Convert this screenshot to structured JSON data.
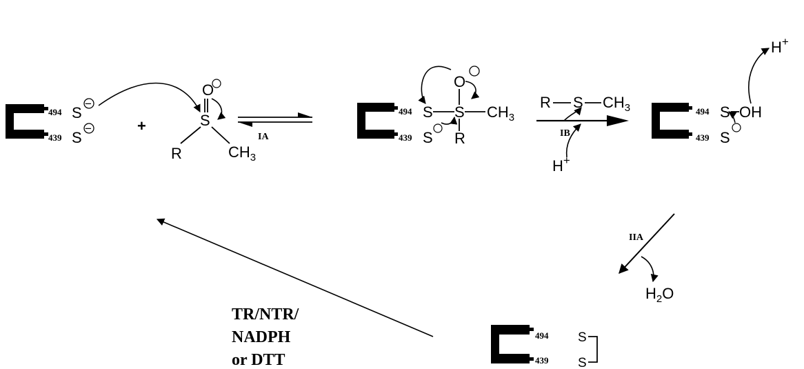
{
  "labels": {
    "res_494": "494",
    "res_439": "439",
    "S": "S",
    "O": "O",
    "R": "R",
    "CH": "CH",
    "three": "3",
    "OH": "OH",
    "H": "H",
    "two": "2",
    "plus_sign": "+",
    "minus_sign": "−",
    "superscript_plus": "+"
  },
  "steps": {
    "IA": "IA",
    "IB": "IB",
    "IIA": "IIA"
  },
  "reagent_lines": [
    "TR/NTR/",
    "NADPH",
    "or DTT"
  ]
}
